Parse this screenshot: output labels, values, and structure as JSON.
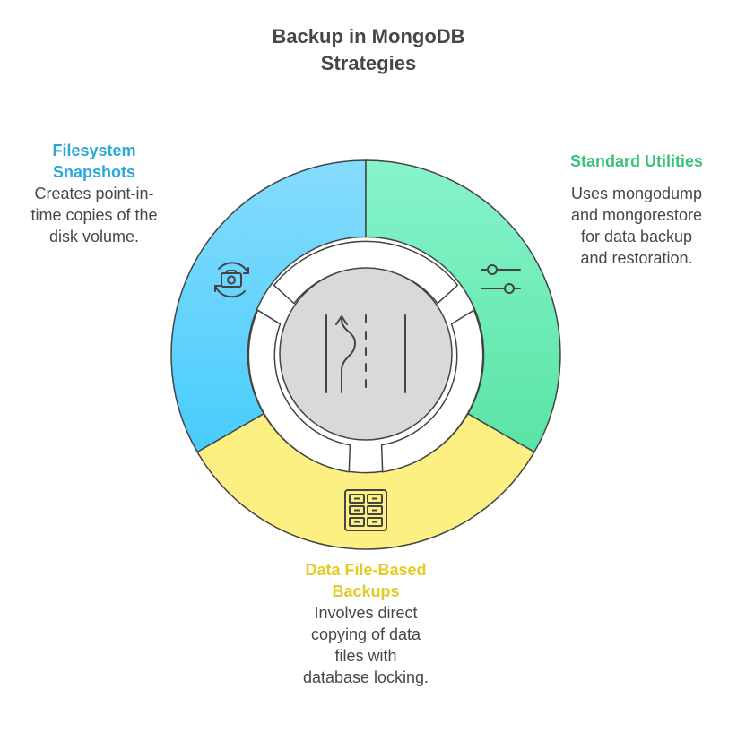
{
  "title": {
    "line1": "Backup in MongoDB",
    "line2": "Strategies"
  },
  "segments": [
    {
      "id": "filesystem",
      "heading_lines": [
        "Filesystem",
        "Snapshots"
      ],
      "description_lines": [
        "Creates point-in-",
        "time copies of the",
        "disk volume."
      ],
      "icon": "camera-rotate-icon",
      "color": "#7dd6fc"
    },
    {
      "id": "standard",
      "heading_lines": [
        "Standard Utilities"
      ],
      "description_lines": [
        "Uses mongodump",
        "and mongorestore",
        "for data backup",
        "and restoration."
      ],
      "icon": "sliders-icon",
      "color": "#7df0c2"
    },
    {
      "id": "datafile",
      "heading_lines": [
        "Data File-Based",
        "Backups"
      ],
      "description_lines": [
        "Involves direct",
        "copying of data",
        "files with",
        "database locking."
      ],
      "icon": "file-cabinet-icon",
      "color": "#fdf082"
    }
  ],
  "center": {
    "icon": "road-lane-icon",
    "color": "#d9d9d9"
  },
  "colors": {
    "heading_filesystem": "#2aa8d8",
    "heading_standard": "#3cc07a",
    "heading_datafile": "#e0cc22",
    "text": "#474747",
    "outline": "#434343"
  }
}
